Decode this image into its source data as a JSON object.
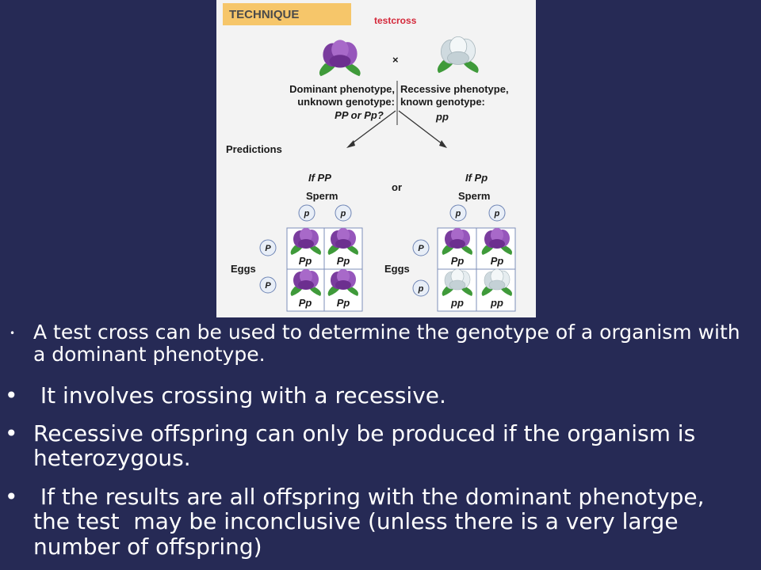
{
  "figure": {
    "technique_label": "TECHNIQUE",
    "testcross_label": "testcross",
    "cross_symbol": "×",
    "dominant": {
      "line1": "Dominant phenotype,",
      "line2": "unknown genotype:",
      "line3": "PP or Pp?"
    },
    "recessive": {
      "line1": "Recessive phenotype,",
      "line2": "known genotype:",
      "line3": "pp"
    },
    "predictions_label": "Predictions",
    "or_label": "or",
    "left_case": {
      "title": "If PP",
      "sperm_label": "Sperm",
      "eggs_label": "Eggs",
      "sperm": [
        "p",
        "p"
      ],
      "eggs": [
        "P",
        "P"
      ],
      "cells": [
        "Pp",
        "Pp",
        "Pp",
        "Pp"
      ]
    },
    "right_case": {
      "title": "If Pp",
      "sperm_label": "Sperm",
      "eggs_label": "Eggs",
      "sperm": [
        "p",
        "p"
      ],
      "eggs": [
        "P",
        "p"
      ],
      "cells": [
        "Pp",
        "Pp",
        "pp",
        "pp"
      ]
    },
    "colors": {
      "purple_flower": "#8a4cae",
      "white_flower": "#e4ebee",
      "leaf": "#3f9a3a",
      "technique_bg": "#f6c66a"
    }
  },
  "bullets": [
    "A test cross can be used to determine the genotype of a organism with a dominant phenotype.",
    " It involves crossing with a recessive.",
    "Recessive offspring can only be produced if the organism is heterozygous.",
    " If the results are all offspring with the dominant phenotype, the test  may be inconclusive (unless there is a very large number of offspring)"
  ],
  "bullet_symbol": "•"
}
